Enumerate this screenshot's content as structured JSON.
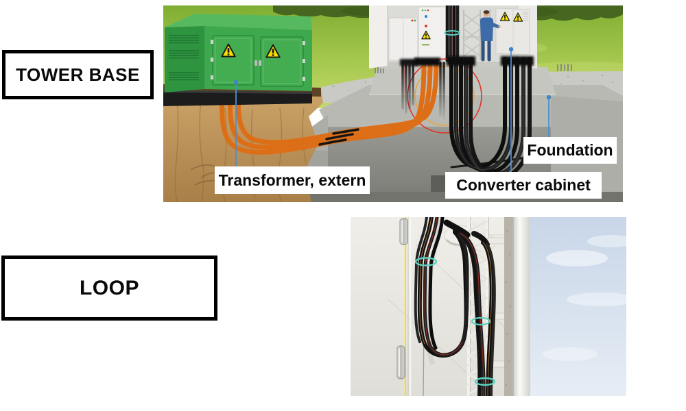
{
  "callouts": {
    "tower_base": "TOWER BASE",
    "loop": "LOOP"
  },
  "figure_tower_base": {
    "labels": {
      "transformer": "Transformer, extern",
      "converter_cabinet": "Converter cabinet",
      "foundation": "Foundation"
    },
    "icons": [
      "warning-triangle-icon",
      "leader-dot"
    ],
    "colors": {
      "transformer_green": "#3da84d",
      "conduit_orange": "#f58220",
      "cable_black": "#161616",
      "leader_blue": "#4a8ed2",
      "bend_guide_red": "#e03226",
      "bend_guide_orange": "#f0a030",
      "warning_yellow": "#f8e000",
      "grass_green": "#a6c84f",
      "concrete_grey": "#b9b9b4",
      "earth_tan": "#c89f63"
    }
  },
  "figure_loop": {
    "colors": {
      "wall_grey": "#eceae5",
      "sky_blue": "#c8d6e8",
      "marker_cable_yellow": "#ecd51c",
      "cable_tie_teal": "#5ad2c2",
      "cable_black": "#141414"
    }
  }
}
